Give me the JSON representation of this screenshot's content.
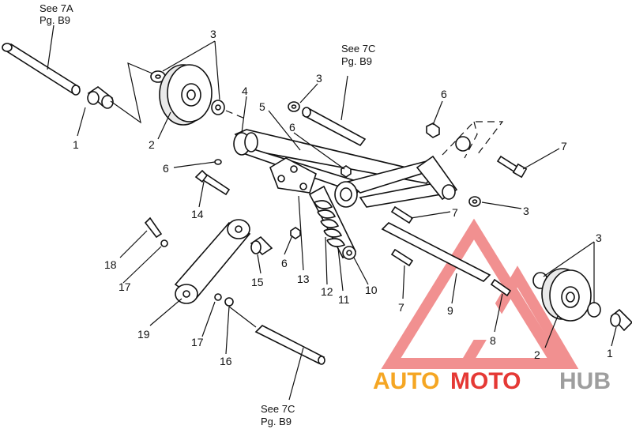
{
  "refs": {
    "ref_7a": {
      "line1": "See 7A",
      "line2": "Pg. B9"
    },
    "ref_7c_top": {
      "line1": "See 7C",
      "line2": "Pg. B9"
    },
    "ref_7c_bottom": {
      "line1": "See 7C",
      "line2": "Pg. B9"
    }
  },
  "callouts": {
    "c1_left": "1",
    "c1_right": "1",
    "c2_left": "2",
    "c2_right": "2",
    "c3_top_left": "3",
    "c3_top_mid": "3",
    "c3_mid_right": "3",
    "c3_right": "3",
    "c4": "4",
    "c5": "5",
    "c6_top_right": "6",
    "c6_mid": "6",
    "c6_left": "6",
    "c6_low": "6",
    "c7_top_right": "7",
    "c7_mid": "7",
    "c7_low": "7",
    "c8": "8",
    "c9": "9",
    "c10": "10",
    "c11": "11",
    "c12": "12",
    "c13": "13",
    "c14": "14",
    "c15": "15",
    "c16": "16",
    "c17_a": "17",
    "c17_b": "17",
    "c18": "18",
    "c19": "19"
  },
  "watermark": {
    "auto": "AUTO",
    "moto": "MOTO",
    "hub": "HUB",
    "color_red": "#e53935",
    "color_orange": "#f5a623",
    "color_gray": "#9e9e9e"
  }
}
